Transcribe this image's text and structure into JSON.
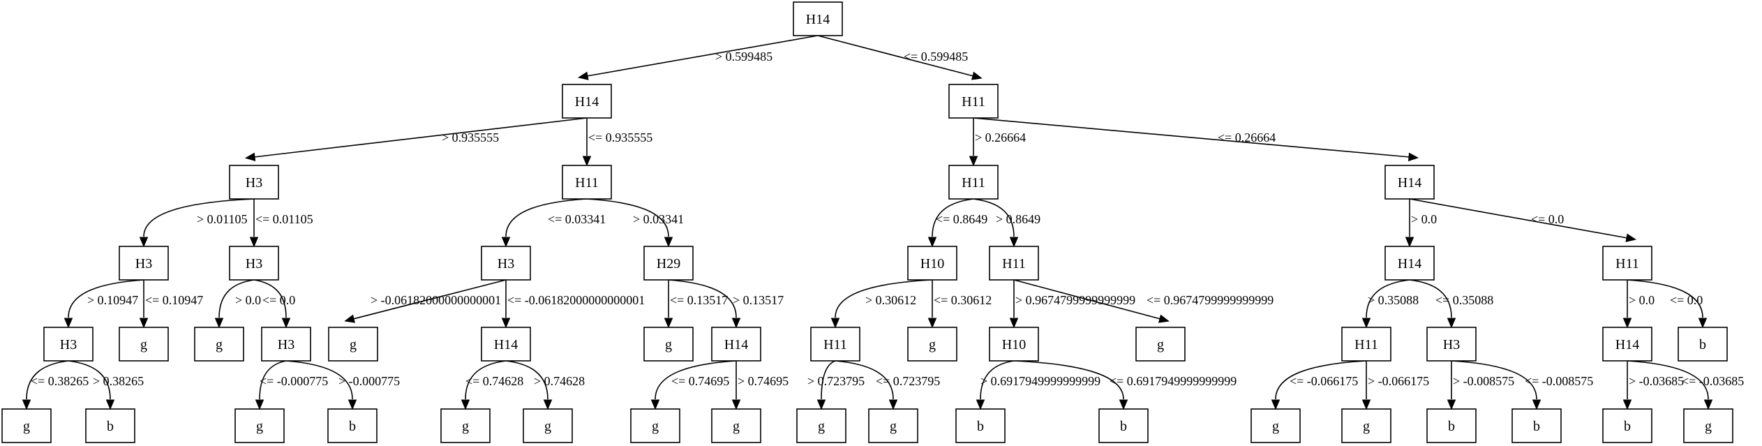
{
  "nodes": {
    "n0": "H14",
    "n1": "H14",
    "n2": "H11",
    "n3": "H3",
    "n4": "H11",
    "n5": "H11",
    "n6": "H14",
    "n7": "H3",
    "n8": "H3",
    "n9": "H3",
    "n10": "H29",
    "n11": "H10",
    "n12": "H11",
    "n13": "H14",
    "n14": "H11",
    "n15": "H3",
    "n16": "g",
    "n17": "g",
    "n18": "H3",
    "n19": "g",
    "n20": "H14",
    "n21": "g",
    "n22": "H14",
    "n23": "H11",
    "n24": "g",
    "n25": "H10",
    "n26": "g",
    "n27": "H11",
    "n28": "H3",
    "n29": "H14",
    "n30": "b",
    "n31": "g",
    "n32": "b",
    "n33": "g",
    "n34": "b",
    "n35": "g",
    "n36": "g",
    "n37": "g",
    "n38": "g",
    "n39": "g",
    "n40": "g",
    "n41": "b",
    "n42": "b",
    "n43": "g",
    "n44": "g",
    "n45": "b",
    "n46": "b",
    "n47": "b",
    "n48": "g"
  },
  "edges": {
    "e1": "> 0.599485",
    "e2": "<= 0.599485",
    "e3": "> 0.935555",
    "e4": "<= 0.935555",
    "e5": "> 0.26664",
    "e6": "<= 0.26664",
    "e7": "> 0.01105",
    "e8": "<= 0.01105",
    "e9": "<= 0.03341",
    "e10": "> 0.03341",
    "e11": "<= 0.8649",
    "e12": "> 0.8649",
    "e13": "> 0.0",
    "e14": "<= 0.0",
    "e15": "> 0.10947",
    "e16": "<= 0.10947",
    "e17": "> 0.0",
    "e18": "<= 0.0",
    "e19": "> -0.06182000000000001",
    "e20": "<= -0.06182000000000001",
    "e21": "<= 0.13517",
    "e22": "> 0.13517",
    "e23": "> 0.30612",
    "e24": "<= 0.30612",
    "e25": "> 0.9674799999999999",
    "e26": "<= 0.9674799999999999",
    "e27": "> 0.35088",
    "e28": "<= 0.35088",
    "e29": "> 0.0",
    "e30": "<= 0.0",
    "e31": "<= 0.38265",
    "e32": "> 0.38265",
    "e33": "<= -0.000775",
    "e34": "> -0.000775",
    "e35": "<= 0.74628",
    "e36": "> 0.74628",
    "e37": "<= 0.74695",
    "e38": "> 0.74695",
    "e39": "> 0.723795",
    "e40": "<= 0.723795",
    "e41": "> 0.6917949999999999",
    "e42": "<= 0.6917949999999999",
    "e43": "<= -0.066175",
    "e44": "> -0.066175",
    "e45": "> -0.008575",
    "e46": "<= -0.008575",
    "e47": "> -0.03685",
    "e48": "<= -0.03685"
  }
}
